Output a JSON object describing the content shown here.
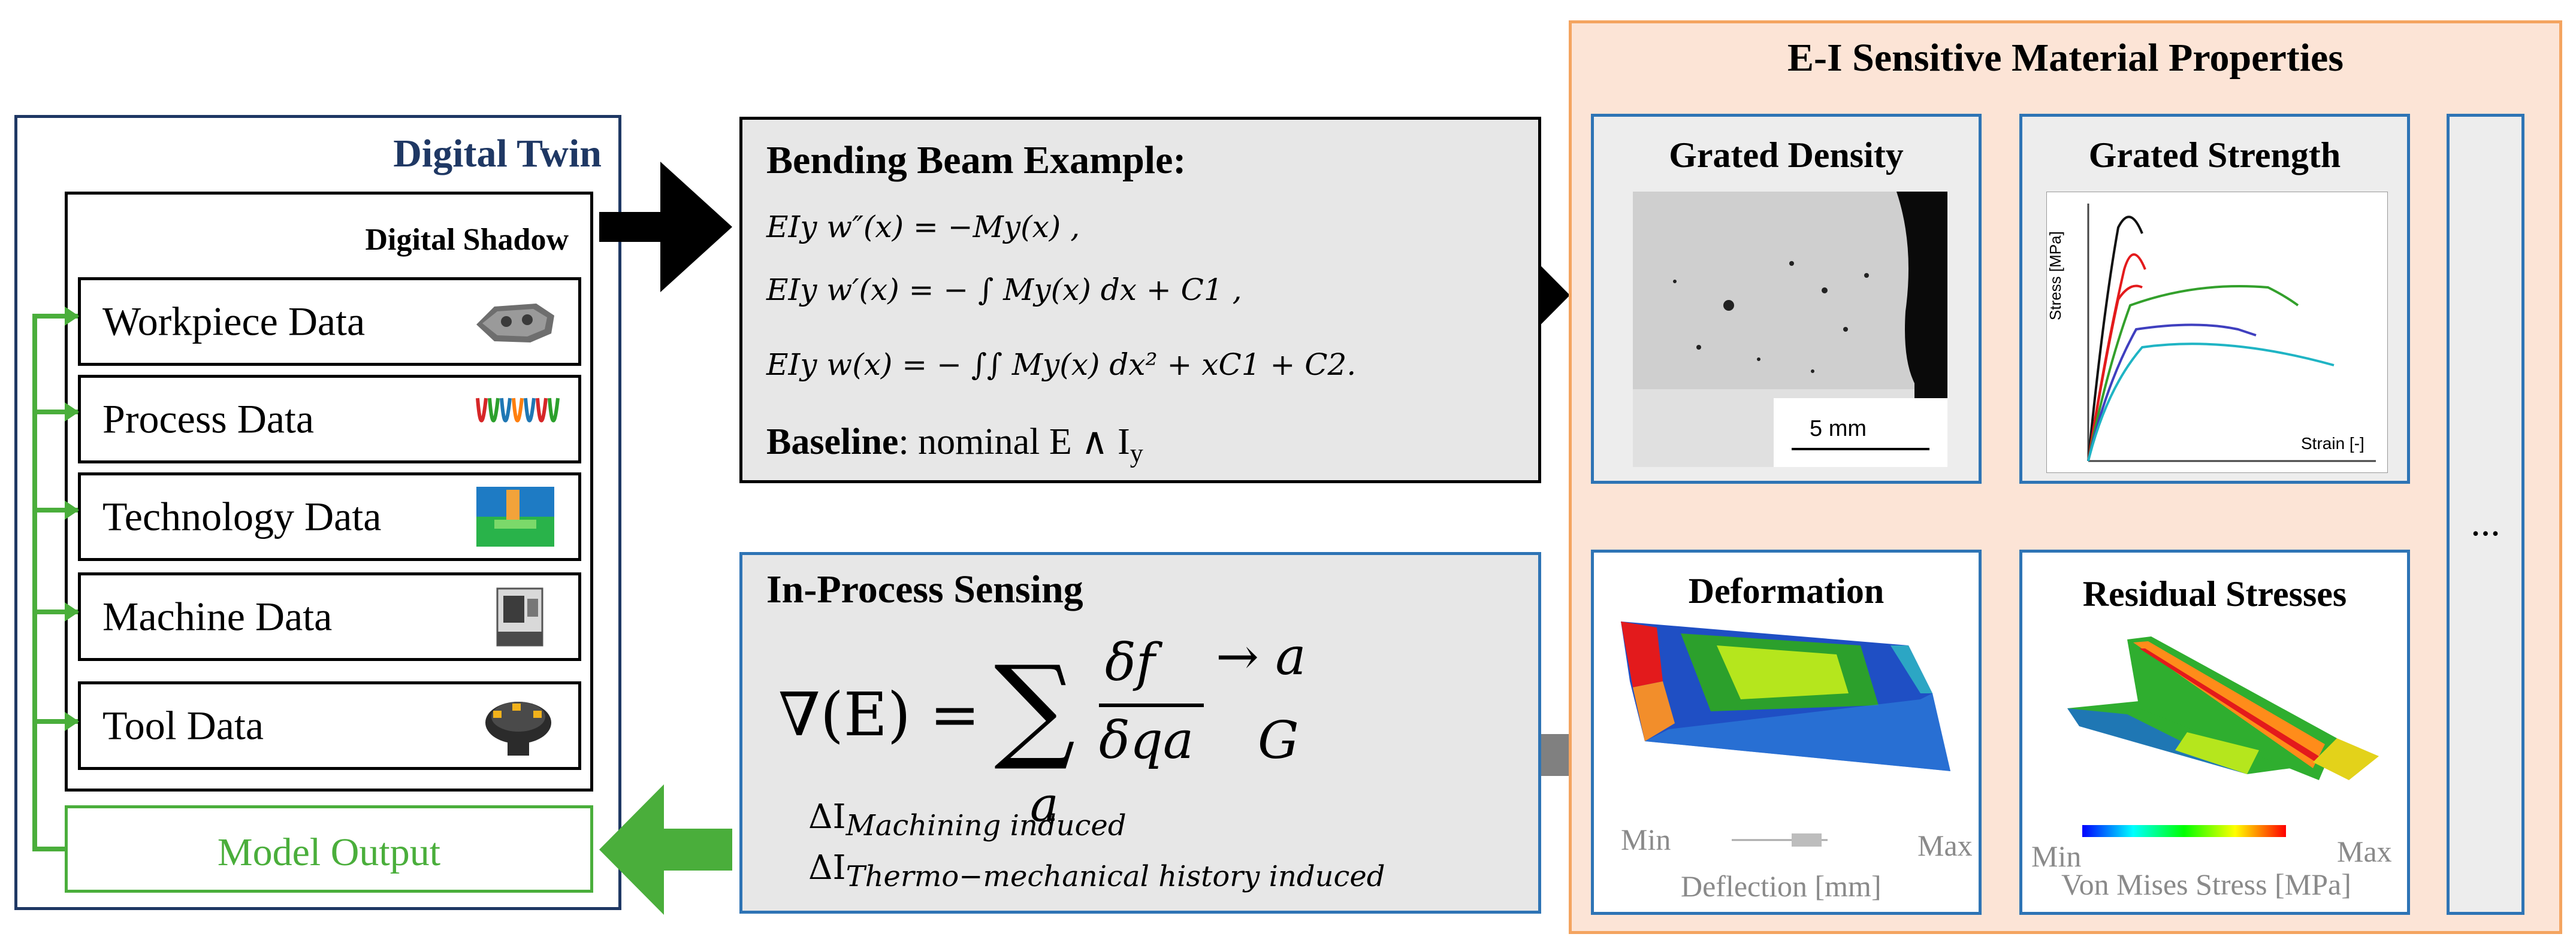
{
  "digital_twin": {
    "title": "Digital Twin",
    "shadow_title": "Digital Shadow",
    "rows": [
      {
        "label": "Workpiece Data",
        "icon": "workpiece-part-icon"
      },
      {
        "label": "Process Data",
        "icon": "process-chart-icon"
      },
      {
        "label": "Technology Data",
        "icon": "technology-sim-icon"
      },
      {
        "label": "Machine Data",
        "icon": "machine-tool-icon"
      },
      {
        "label": "Tool Data",
        "icon": "milling-cutter-icon"
      }
    ],
    "model_output": "Model Output"
  },
  "beam": {
    "title": "Bending Beam Example:",
    "eq1": "EIy w″(x) = −My(x) ,",
    "eq2": "EIy w′(x) = − ∫ My(x) dx + C1 ,",
    "eq3": "EIy w(x) = − ∫∫ My(x) dx² + xC1 + C2.",
    "baseline_label": "Baseline",
    "baseline_text": ": nominal E ∧ I",
    "baseline_sub": "y"
  },
  "sensing": {
    "title": "In-Process Sensing",
    "formula_lhs": "∇(E) =",
    "formula_frac_num": "δf",
    "formula_frac_den": "δqa",
    "formula_arrow": "→ a",
    "formula_G": "G",
    "formula_sum_index": "a",
    "delta1": "ΔI",
    "delta1_sub": "Machining induced",
    "delta2": "ΔI",
    "delta2_sub": "Thermo−mechanical history induced"
  },
  "ei": {
    "title": "E-I Sensitive Material Properties",
    "density": {
      "title": "Grated Density",
      "scale": "5 mm"
    },
    "strength": {
      "title": "Grated Strength",
      "ylabel": "Stress [MPa]",
      "xlabel": "Strain [-]"
    },
    "deformation": {
      "title": "Deformation",
      "min": "Min",
      "max": "Max",
      "legend": "Deflection [mm]"
    },
    "residual": {
      "title": "Residual Stresses",
      "min": "Min",
      "max": "Max",
      "legend": "Von Mises Stress [MPa]"
    },
    "more": "..."
  },
  "colors": {
    "navy": "#1f3864",
    "green": "#4aae3b",
    "orange": "#f4b183",
    "peach": "#fce4d6",
    "teal": "#2e74b5",
    "gray_arrow": "#808080"
  }
}
